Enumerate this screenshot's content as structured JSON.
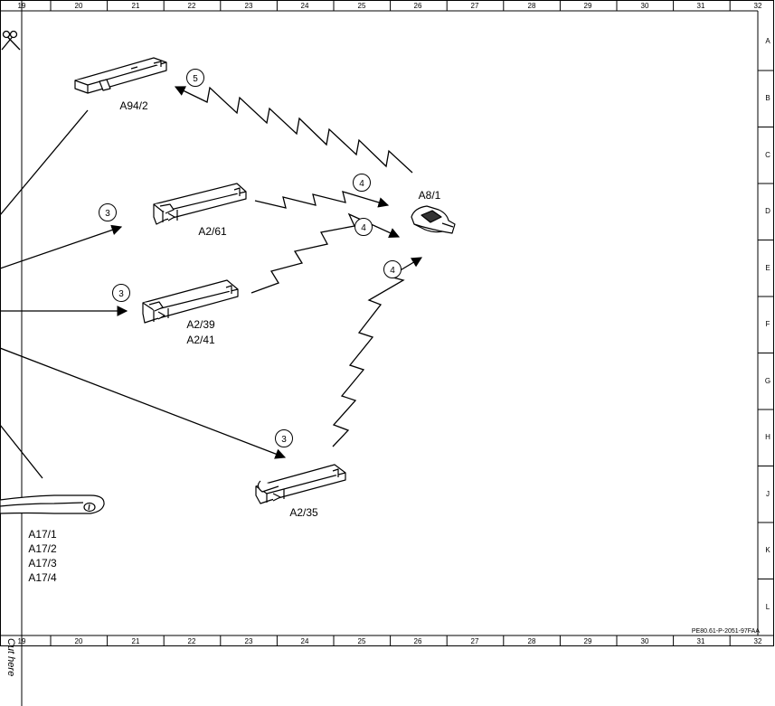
{
  "ruler": {
    "columns": [
      "19",
      "20",
      "21",
      "22",
      "23",
      "24",
      "25",
      "26",
      "27",
      "28",
      "29",
      "30",
      "31",
      "32"
    ],
    "rows": [
      "A",
      "B",
      "C",
      "D",
      "E",
      "F",
      "G",
      "H",
      "J",
      "K",
      "L"
    ]
  },
  "cut_text": "Cut here",
  "doc_id": "PE80.61-P-2051-97FAA",
  "components": {
    "a94_2": "A94/2",
    "a2_61": "A2/61",
    "a2_39": "A2/39",
    "a2_41": "A2/41",
    "a8_1": "A8/1",
    "a2_35": "A2/35",
    "a17_1": "A17/1",
    "a17_2": "A17/2",
    "a17_3": "A17/3",
    "a17_4": "A17/4"
  },
  "signals": {
    "n5": "5",
    "n4a": "4",
    "n4b": "4",
    "n4c": "4",
    "n3a": "3",
    "n3b": "3",
    "n3c": "3"
  },
  "icons": [
    "scissors-icon"
  ]
}
